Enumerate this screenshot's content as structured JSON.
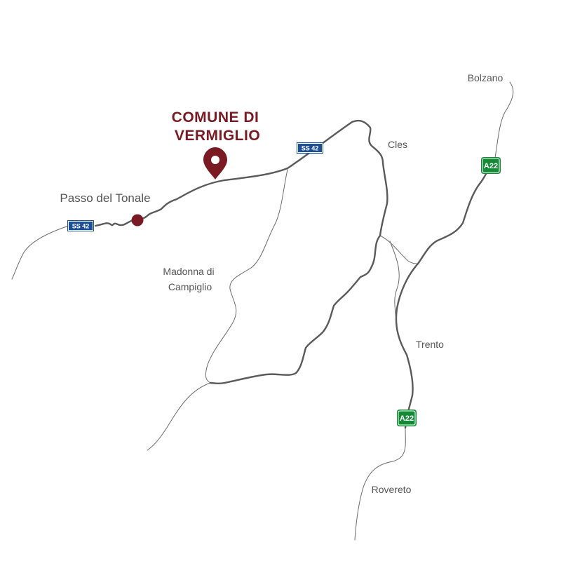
{
  "title": {
    "line1": "COMUNE DI",
    "line2": "VERMIGLIO"
  },
  "places": {
    "bolzano": "Bolzano",
    "cles": "Cles",
    "passo_del_tonale": "Passo del Tonale",
    "madonna_line1": "Madonna di",
    "madonna_line2": "Campiglio",
    "trento": "Trento",
    "rovereto": "Rovereto"
  },
  "roads": {
    "ss42": "SS 42",
    "a22": "A22"
  },
  "markers": {
    "pin_icon": "map-pin-icon",
    "dot_icon": "location-dot-icon"
  },
  "colors": {
    "accent": "#7a1a22",
    "road": "#5a5a5a",
    "ss_shield": "#1c4f96",
    "a_shield": "#138a36",
    "label": "#555555"
  }
}
